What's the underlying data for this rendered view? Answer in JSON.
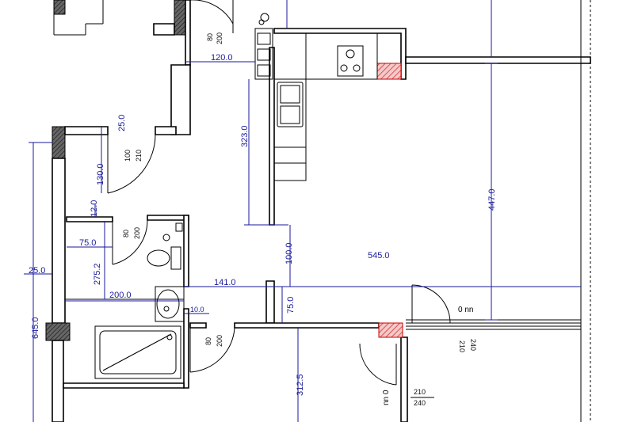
{
  "dimensions": {
    "d120": "120.0",
    "d323": "323.0",
    "d25a": "25.0",
    "d130": "130.0",
    "d12": "12.0",
    "d75a": "75.0",
    "d25b": "25.0",
    "d275": "275.2",
    "d645": "645.0",
    "d200": "200.0",
    "d141": "141.0",
    "d10": "10.0",
    "d100": "100.0",
    "d75b": "75.0",
    "d312": "312.5",
    "d545": "545.0",
    "d447": "447.0"
  },
  "doors": {
    "door1_w": "80",
    "door1_h": "200",
    "door2_w": "100",
    "door2_h": "210",
    "door3_w": "80",
    "door3_h": "200",
    "door4_w": "80",
    "door4_h": "200",
    "door5_w": "210",
    "door5_h": "240",
    "door6_w": "210",
    "door6_h": "240"
  },
  "levels": {
    "lvl_a": "0 nn",
    "lvl_b": "nn 0"
  },
  "colors": {
    "wall": "#000000",
    "dimension": "#1a1a9c",
    "chimney": "#cc0000"
  }
}
